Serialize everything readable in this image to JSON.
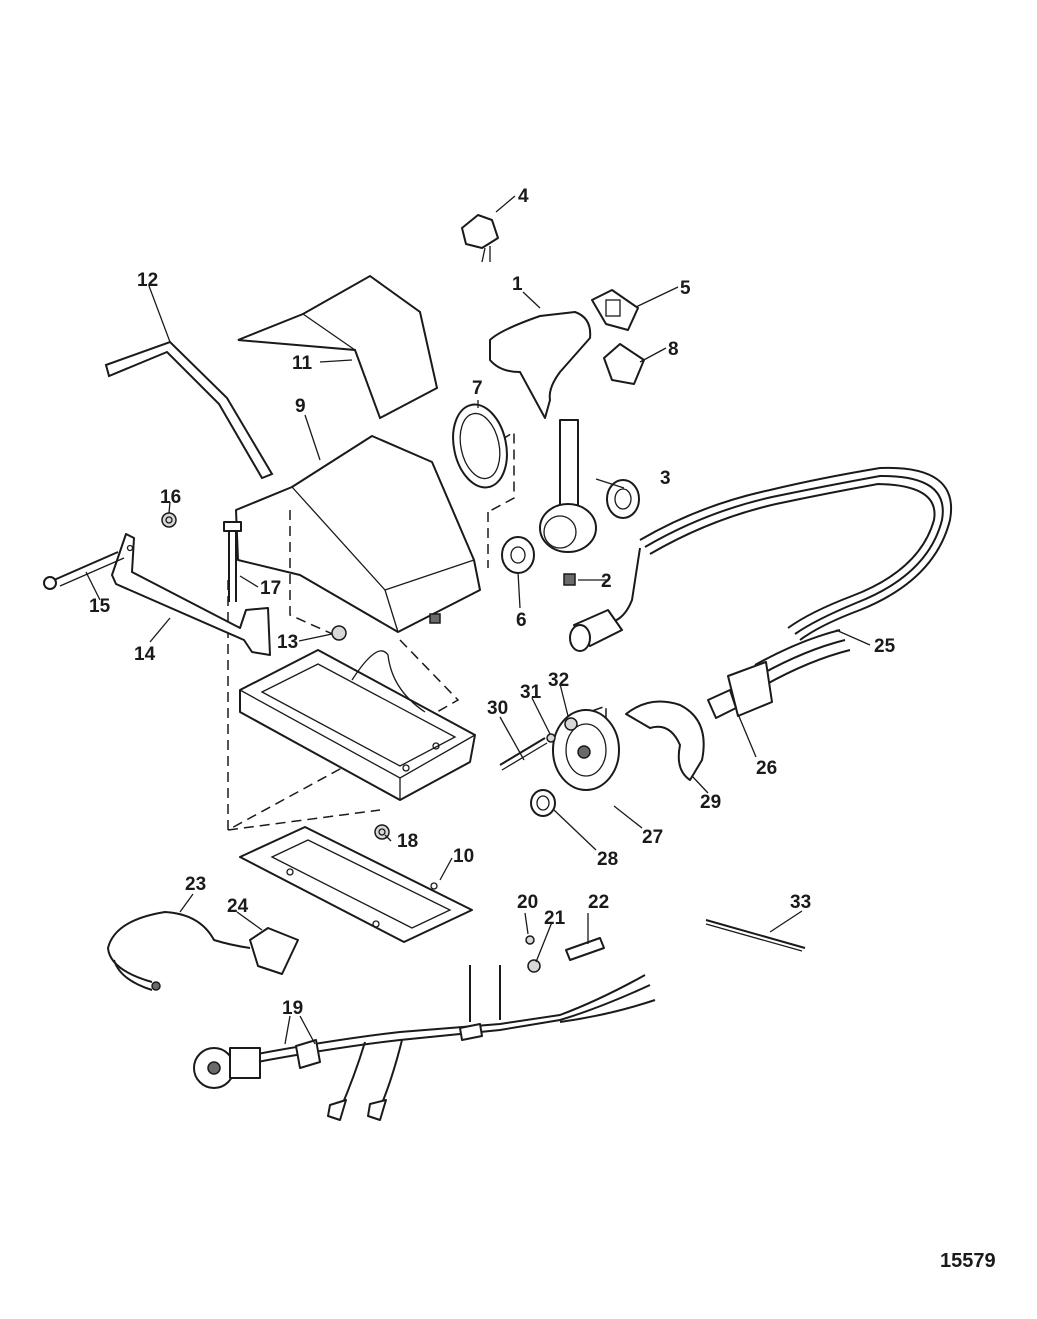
{
  "diagram": {
    "reference_number": "15579",
    "callouts": {
      "c1": "1",
      "c2": "2",
      "c3": "3",
      "c4": "4",
      "c5": "5",
      "c6": "6",
      "c7": "7",
      "c8": "8",
      "c9": "9",
      "c10": "10",
      "c11": "11",
      "c12": "12",
      "c13": "13",
      "c14": "14",
      "c15": "15",
      "c16": "16",
      "c17": "17",
      "c18": "18",
      "c19": "19",
      "c20": "20",
      "c21": "21",
      "c22": "22",
      "c23": "23",
      "c24": "24",
      "c25": "25",
      "c26": "26",
      "c27": "27",
      "c28": "28",
      "c29": "29",
      "c30": "30",
      "c31": "31",
      "c32": "32",
      "c33": "33"
    }
  }
}
